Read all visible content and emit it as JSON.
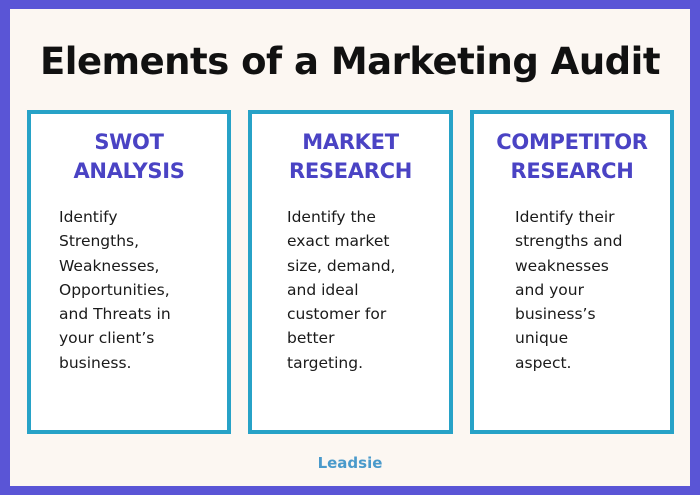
{
  "title": "Elements of a Marketing Audit",
  "cards": [
    {
      "heading": "SWOT\nANALYSIS",
      "body": "Identify\nStrengths,\nWeaknesses,\nOpportunities,\nand Threats in\nyour client’s\nbusiness."
    },
    {
      "heading": "MARKET\nRESEARCH",
      "body": "Identify the\nexact market\nsize, demand,\nand ideal\ncustomer for\nbetter\ntargeting."
    },
    {
      "heading": "COMPETITOR\nRESEARCH",
      "body": "Identify their\nstrengths and\nweaknesses\nand your\nbusiness’s\nunique\naspect."
    }
  ],
  "footer_brand": "Leadsie",
  "colors": {
    "border_outer": "#5a55d6",
    "card_border": "#27a2c7",
    "heading": "#4a43c4",
    "brand": "#4a9acb"
  }
}
